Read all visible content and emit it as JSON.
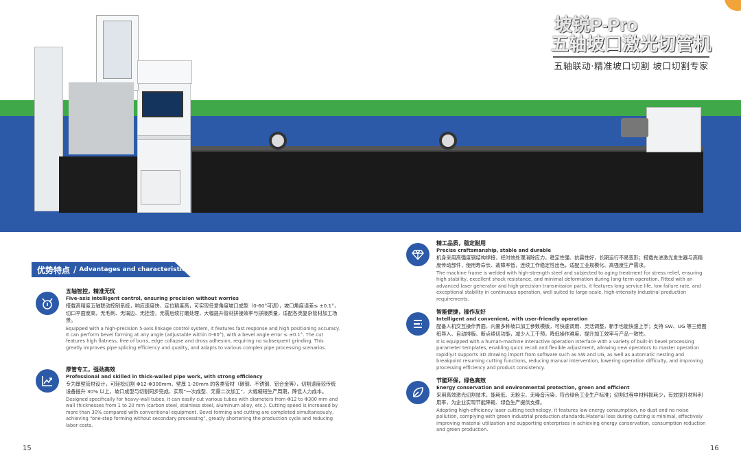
{
  "colors": {
    "brand_blue": "#2c5aa8",
    "brand_green": "#3fa94a",
    "accent_orange": "#f2a33a"
  },
  "hero": {
    "product_line": "坡锐P-Pro",
    "product_name": "五轴坡口激光切管机",
    "tagline": "五轴联动·精准坡口切割 坡口切割专家"
  },
  "section": {
    "title_cn": "优势特点",
    "separator": "/",
    "title_en": "Advantages and characteristics"
  },
  "features": [
    {
      "icon": "five-axis-icon",
      "title_cn": "五轴智控，精准无忧",
      "title_en": "Five-axis intelligent control, ensuring precision without worries",
      "body_cn": "搭载高精度五轴联动控制系统，响应速度快、定位精度高，可实现任意角度坡口成型（0-60°可调），坡口角度误差≤ ±0.1°，切口平面度高，无毛刺、无塌边、无挂渣，无需后续打磨处理，大幅提升管材拼接效率与拼接质量，适配各类复杂管材加工场景。",
      "body_en": "Equipped with a high-precision 5-axis linkage control system, it features fast response and high positioning accuracy. It can perform bevel forming at any angle (adjustable within 0–60°), with a bevel angle error ≤ ±0.1°. The cut features high flatness, free of burrs, edge collapse and dross adhesion, requiring no subsequent grinding. This greatly improves pipe splicing efficiency and quality, and adapts to various complex pipe processing scenarios."
    },
    {
      "icon": "trend-chart-icon",
      "title_cn": "厚管专工，强劲高效",
      "title_en": "Professional and skilled in thick-walled pipe work, with strong efficiency",
      "body_cn": "专为厚壁管材设计，可轻松切割 Φ12-Φ300mm、壁厚 1-20mm 的各类管材（碳钢、不锈钢、铝合金等），切割速度较传统设备提升 30% 以上，坡口成型与切割同步完成，实现“一次成型、无需二次加工”，大幅缩短生产周期，降低人力成本。",
      "body_en": "Designed specifically for heavy-wall tubes, it can easily cut various tubes with diameters from Φ12 to Φ300 mm and wall thicknesses from 1 to 20 mm (carbon steel, stainless steel, aluminum alloy, etc.). Cutting speed is increased by more than 30% compared with conventional equipment. Bevel forming and cutting are completed simultaneously, achieving “one-step forming without secondary processing”, greatly shortening the production cycle and reducing labor costs."
    },
    {
      "icon": "diamond-icon",
      "title_cn": "精工品质，稳定耐用",
      "title_en": "Precise craftsmanship, stable and durable",
      "body_cn": "机身采用高强度钢结构焊接，经时效处理消除应力，稳定性强、抗震性好，长期运行不易变形；搭载先进激光发生器与高精度传动部件，使用寿命长、故障率低，连续工作稳定性出色，适配工业规模化、高强度生产需求。",
      "body_en": "The machine frame is welded with high-strength steel and subjected to aging treatment for stress relief, ensuring high stability, excellent shock resistance, and minimal deformation during long-term operation. Fitted with an advanced laser generator and high-precision transmission parts, it features long service life, low failure rate, and exceptional stability in continuous operation, well suited to large-scale, high-intensity industrial production requirements."
    },
    {
      "icon": "menu-lines-icon",
      "title_cn": "智能便捷，操作友好",
      "title_en": "Intelligent and convenient, with user-friendly operation",
      "body_cn": "配备人机交互操作界面，内置多种坡口加工参数模板，可快速调用、灵活调整，新手也能快速上手；支持 SW、UG 等三维图纸导入、自动排版、断点续切功能，减少人工干预，降低操作难度，提升加工效率与产品一致性。",
      "body_en": "It is equipped with a human-machine interactive operation interface with a variety of built-in bevel processing parameter templates, enabling quick recall and flexible adjustment, allowing new operators to master operation rapidly.It supports 3D drawing import from software such as SW and UG, as well as automatic nesting and breakpoint resuming cutting functions, reducing manual intervention, lowering operation difficulty, and improving processing efficiency and product consistency."
    },
    {
      "icon": "leaf-icon",
      "title_cn": "节能环保，绿色高效",
      "title_en": "Energy conservation and environmental protection, green and efficient",
      "body_cn": "采用高效激光切割技术，能耗低、无粉尘、无噪音污染，符合绿色工业生产标准；切割过程中材料损耗少，有效提升材料利用率，为企业实现节能降耗、绿色生产提供支撑。",
      "body_en": "Adopting high-efficiency laser cutting technology, it features low energy consumption, no dust and no noise pollution, complying with green industrial production standards.Material loss during cutting is minimal, effectively improving material utilization and supporting enterprises in achieving energy conservation, consumption reduction and green production."
    }
  ],
  "pages": {
    "left": "15",
    "right": "16"
  }
}
